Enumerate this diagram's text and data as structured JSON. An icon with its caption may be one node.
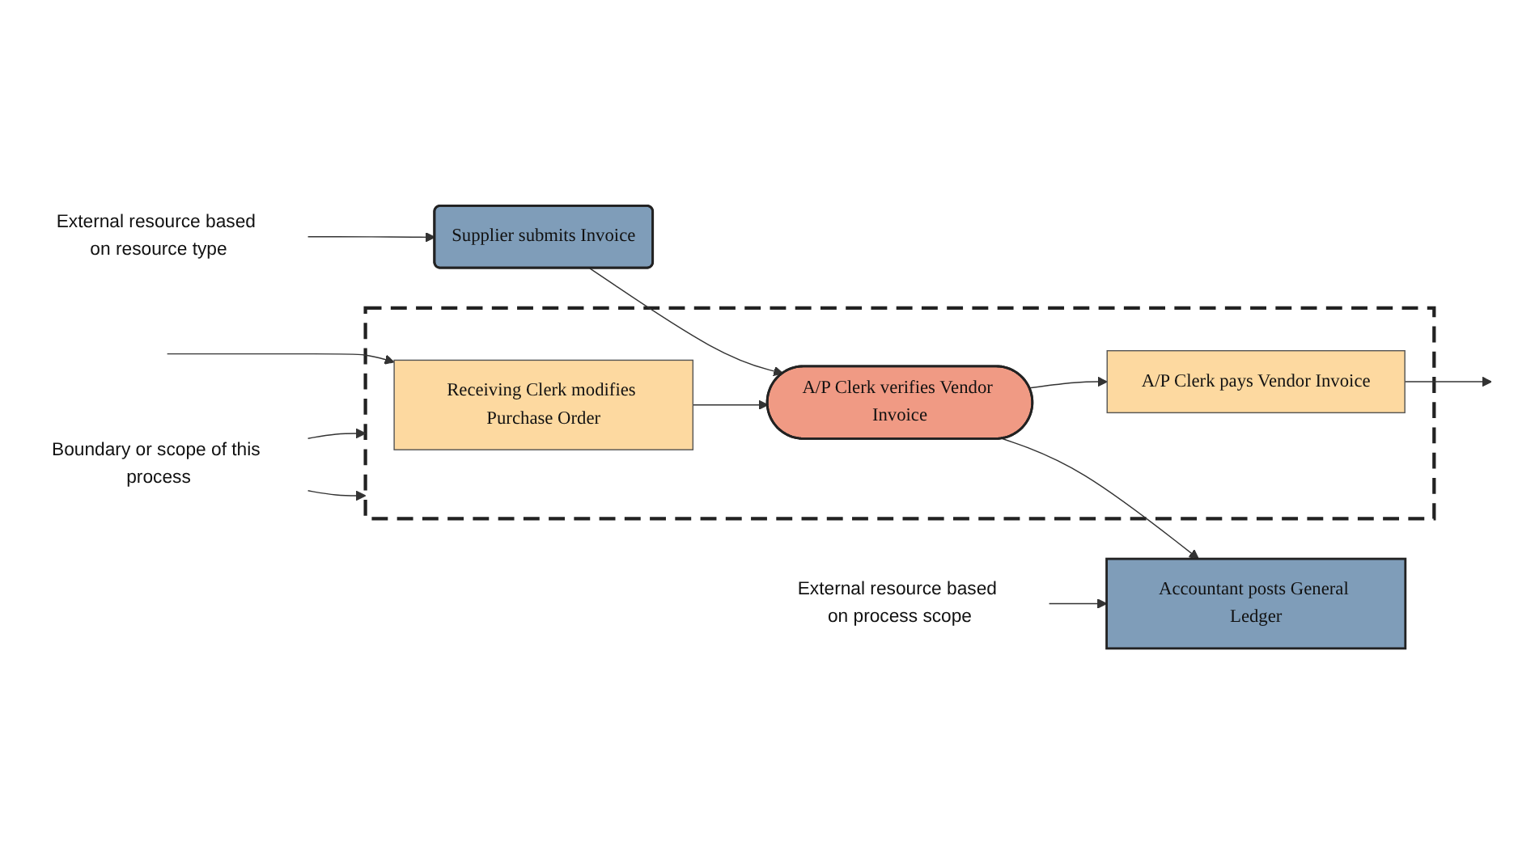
{
  "diagram": {
    "nodes": [
      {
        "text": [
          "External resource based on resource type"
        ]
      },
      {
        "text": [
          "Supplier submits Invoice"
        ]
      },
      {
        "text": [],
        "shape": "band"
      },
      {
        "text": [
          "Receiving Clerk modifies Purchase Order"
        ],
        "in": 2
      },
      {
        "text": [
          "A/P Clerk verifies Vendor Invoice"
        ],
        "in": 2
      },
      {
        "text": [
          "A/P Clerk pays Vendor Invoice"
        ],
        "in": 2
      },
      {
        "text": [
          "Boundary or scope of this process"
        ]
      },
      {
        "text": [
          "External resource based on process scope"
        ]
      },
      {
        "text": [
          "Accountant posts General Ledger"
        ]
      }
    ],
    "edges": [
      {
        "from": 0,
        "to": 1,
        "arrow": "to"
      },
      {
        "from": 1,
        "to": 4,
        "arrow": "to"
      },
      {
        "from": null,
        "to": 3,
        "arrow": "to"
      },
      {
        "from": 3,
        "to": 4,
        "arrow": "to"
      },
      {
        "from": 4,
        "to": 5,
        "arrow": "to"
      },
      {
        "from": 5,
        "to": null,
        "arrow": "to"
      },
      {
        "from": 6,
        "to": 2,
        "arrow": "to"
      },
      {
        "from": 6,
        "to": 2,
        "arrow": "to"
      },
      {
        "from": 4,
        "to": 8,
        "arrow": "to"
      },
      {
        "from": 7,
        "to": 8,
        "arrow": "to"
      }
    ]
  }
}
